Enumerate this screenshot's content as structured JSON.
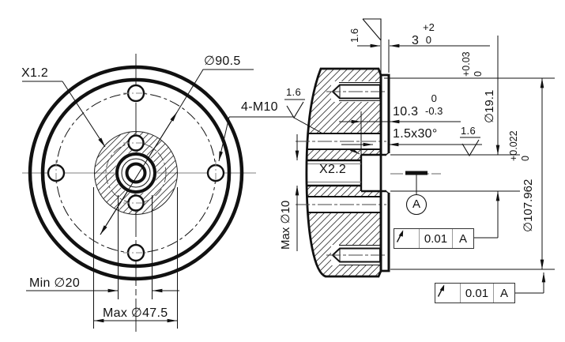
{
  "front": {
    "knurl_label": "X1.2",
    "bolt_circle_dia": "∅90.5",
    "bolt_holes": "4-M10",
    "min_bore": "Min ∅20",
    "max_boss": "Max ∅47.5",
    "roughness_thread": "1.6"
  },
  "section": {
    "flange_width": {
      "v": "3",
      "up": "+2",
      "lo": "0"
    },
    "depth": {
      "v": "10.3",
      "up": "0",
      "lo": "-0.3"
    },
    "chamfer": "1.5x30°",
    "bore": {
      "v": "∅19.1",
      "up": "+0.03",
      "lo": "0"
    },
    "od": {
      "v": "∅107.962",
      "up": "+0.022",
      "lo": "0"
    },
    "center_label": "X2.2",
    "max_hole": "Max ∅10",
    "roughness_top": "1.6",
    "roughness_bore": "1.6",
    "datum": "A"
  },
  "fcf1": {
    "tol": "0.01",
    "ref": "A"
  },
  "fcf2": {
    "tol": "0.01",
    "ref": "A"
  }
}
